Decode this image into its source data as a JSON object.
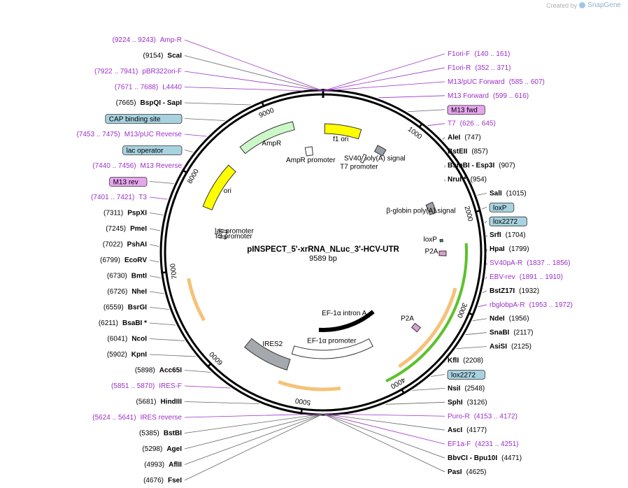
{
  "credit": {
    "prefix": "Created by",
    "brand": "SnapGene"
  },
  "title": "pINSPECT_5'-xrRNA_NLuc_3'-HCV-UTR",
  "length_label": "9589 bp",
  "total_bp": 9589,
  "ticks": [
    "1000",
    "2000",
    "3000",
    "4000",
    "5000",
    "6000",
    "7000",
    "8000",
    "9000"
  ],
  "features": [
    {
      "name": "f1 ori",
      "kind": "ori",
      "start": 20,
      "end": 460,
      "dir": -1
    },
    {
      "name": "AmpR promoter",
      "kind": "promoter",
      "start": 9330,
      "end": 9430,
      "dir": 1
    },
    {
      "name": "AmpR",
      "kind": "cds",
      "start": 8570,
      "end": 9240,
      "dir": -1
    },
    {
      "name": "ori",
      "kind": "ori",
      "start": 7750,
      "end": 8330,
      "dir": -1
    },
    {
      "name": "SV40 poly(A) signal",
      "kind": "terminator",
      "start": 720,
      "end": 840,
      "dir": 0
    },
    {
      "name": "β-globin poly(A) signal",
      "kind": "terminator",
      "start": 1740,
      "end": 1880,
      "dir": 0
    },
    {
      "name": "P2A",
      "kind": "p2a",
      "start": 2380,
      "end": 2440,
      "dir": 1
    },
    {
      "name": "EF-1α intron A",
      "kind": "intron",
      "start": 3750,
      "end": 4850,
      "dir": 0
    },
    {
      "name": "P2A",
      "kind": "p2a",
      "start": 3400,
      "end": 3470,
      "dir": 1
    },
    {
      "name": "EF-1α promoter",
      "kind": "promoter",
      "start": 4050,
      "end": 5250,
      "dir": -1
    },
    {
      "name": "IRES2",
      "kind": "ires",
      "start": 5250,
      "end": 5850,
      "dir": 0
    },
    {
      "name": "lac promoter",
      "kind": "promoter",
      "start": 7500,
      "end": 7530,
      "dir": 0
    },
    {
      "name": "T3 promoter",
      "kind": "promoter",
      "start": 7410,
      "end": 7440,
      "dir": 0
    },
    {
      "name": "T7 promoter",
      "kind": "promoter",
      "start": 600,
      "end": 640,
      "dir": 0
    },
    {
      "name": "loxP",
      "kind": "lox",
      "start": 2230,
      "end": 2260,
      "dir": 0
    }
  ],
  "labels_right": [
    {
      "text": "F1ori-F",
      "range": "(140 .. 161)",
      "kind": "primer"
    },
    {
      "text": "F1ori-R",
      "range": "(352 .. 371)",
      "kind": "primer"
    },
    {
      "text": "M13/pUC Forward",
      "range": "(585 .. 607)",
      "kind": "primer"
    },
    {
      "text": "M13 Forward",
      "range": "(599 .. 616)",
      "kind": "primer"
    },
    {
      "text": "M13 fwd",
      "range": "",
      "kind": "box-pink"
    },
    {
      "text": "T7",
      "range": "(626 .. 645)",
      "kind": "primer"
    },
    {
      "text": "AleI",
      "range": "(747)",
      "kind": "enzyme"
    },
    {
      "text": "BstEII",
      "range": "(857)",
      "kind": "enzyme"
    },
    {
      "text": "BsmBI - Esp3I",
      "range": "(907)",
      "kind": "enzyme"
    },
    {
      "text": "NruI *",
      "range": "(954)",
      "kind": "enzyme"
    },
    {
      "text": "SalI",
      "range": "(1015)",
      "kind": "enzyme"
    },
    {
      "text": "loxP",
      "range": "",
      "kind": "box-blue"
    },
    {
      "text": "lox2272",
      "range": "",
      "kind": "box-blue"
    },
    {
      "text": "SrfI",
      "range": "(1704)",
      "kind": "enzyme"
    },
    {
      "text": "HpaI",
      "range": "(1799)",
      "kind": "enzyme"
    },
    {
      "text": "SV40pA-R",
      "range": "(1837 .. 1856)",
      "kind": "primer"
    },
    {
      "text": "EBV-rev",
      "range": "(1891 .. 1910)",
      "kind": "primer"
    },
    {
      "text": "BstZ17I",
      "range": "(1932)",
      "kind": "enzyme"
    },
    {
      "text": "rbglobpA-R",
      "range": "(1953 .. 1972)",
      "kind": "primer"
    },
    {
      "text": "NdeI",
      "range": "(1956)",
      "kind": "enzyme"
    },
    {
      "text": "SnaBI",
      "range": "(2117)",
      "kind": "enzyme"
    },
    {
      "text": "AsiSI",
      "range": "(2125)",
      "kind": "enzyme"
    },
    {
      "text": "KflI",
      "range": "(2208)",
      "kind": "enzyme"
    },
    {
      "text": "lox2272",
      "range": "",
      "kind": "box-blue"
    },
    {
      "text": "NsiI",
      "range": "(2548)",
      "kind": "enzyme"
    },
    {
      "text": "SphI",
      "range": "(3126)",
      "kind": "enzyme"
    },
    {
      "text": "Puro-R",
      "range": "(4153 .. 4172)",
      "kind": "primer"
    },
    {
      "text": "AscI",
      "range": "(4177)",
      "kind": "enzyme"
    },
    {
      "text": "EF1a-F",
      "range": "(4231 .. 4251)",
      "kind": "primer"
    },
    {
      "text": "BbvCI - Bpu10I",
      "range": "(4471)",
      "kind": "enzyme"
    },
    {
      "text": "PasI",
      "range": "(4625)",
      "kind": "enzyme"
    }
  ],
  "labels_left": [
    {
      "text": "Amp-R",
      "range": "(9224 .. 9243)",
      "kind": "primer"
    },
    {
      "text": "ScaI",
      "range": "(9154)",
      "kind": "enzyme"
    },
    {
      "text": "pBR322ori-F",
      "range": "(7922 .. 7941)",
      "kind": "primer"
    },
    {
      "text": "L4440",
      "range": "(7671 .. 7688)",
      "kind": "primer"
    },
    {
      "text": "BspQI - SapI",
      "range": "(7665)",
      "kind": "enzyme"
    },
    {
      "text": "CAP binding site",
      "range": "",
      "kind": "box-blue"
    },
    {
      "text": "M13/pUC Reverse",
      "range": "(7453 .. 7475)",
      "kind": "primer"
    },
    {
      "text": "lac operator",
      "range": "",
      "kind": "box-blue"
    },
    {
      "text": "M13 Reverse",
      "range": "(7440 .. 7456)",
      "kind": "primer"
    },
    {
      "text": "M13 rev",
      "range": "",
      "kind": "box-pink"
    },
    {
      "text": "T3",
      "range": "(7401 .. 7421)",
      "kind": "primer"
    },
    {
      "text": "PspXI",
      "range": "(7311)",
      "kind": "enzyme"
    },
    {
      "text": "PmeI",
      "range": "(7245)",
      "kind": "enzyme"
    },
    {
      "text": "PshAI",
      "range": "(7022)",
      "kind": "enzyme"
    },
    {
      "text": "EcoRV",
      "range": "(6799)",
      "kind": "enzyme"
    },
    {
      "text": "BmtI",
      "range": "(6730)",
      "kind": "enzyme"
    },
    {
      "text": "NheI",
      "range": "(6726)",
      "kind": "enzyme"
    },
    {
      "text": "BsrGI",
      "range": "(6559)",
      "kind": "enzyme"
    },
    {
      "text": "BsaBI *",
      "range": "(6211)",
      "kind": "enzyme"
    },
    {
      "text": "NcoI",
      "range": "(6041)",
      "kind": "enzyme"
    },
    {
      "text": "KpnI",
      "range": "(5902)",
      "kind": "enzyme"
    },
    {
      "text": "Acc65I",
      "range": "(5898)",
      "kind": "enzyme"
    },
    {
      "text": "IRES-F",
      "range": "(5851 .. 5870)",
      "kind": "primer"
    },
    {
      "text": "HindIII",
      "range": "(5681)",
      "kind": "enzyme"
    },
    {
      "text": "IRES reverse",
      "range": "(5624 .. 5641)",
      "kind": "primer"
    },
    {
      "text": "BstBI",
      "range": "(5385)",
      "kind": "enzyme"
    },
    {
      "text": "AgeI",
      "range": "(5298)",
      "kind": "enzyme"
    },
    {
      "text": "AflII",
      "range": "(4993)",
      "kind": "enzyme"
    },
    {
      "text": "FseI",
      "range": "(4676)",
      "kind": "enzyme"
    }
  ],
  "colors": {
    "primer": "#9b2fc9",
    "enzyme": "#000000",
    "box_blue": "#a8d2e0",
    "box_pink": "#e6a6ee",
    "cds": "#ccf7c8",
    "ori": "#ffff00",
    "promoter": "#ffffff",
    "orange": "#f5c278",
    "green_ring": "#5cc12a"
  }
}
